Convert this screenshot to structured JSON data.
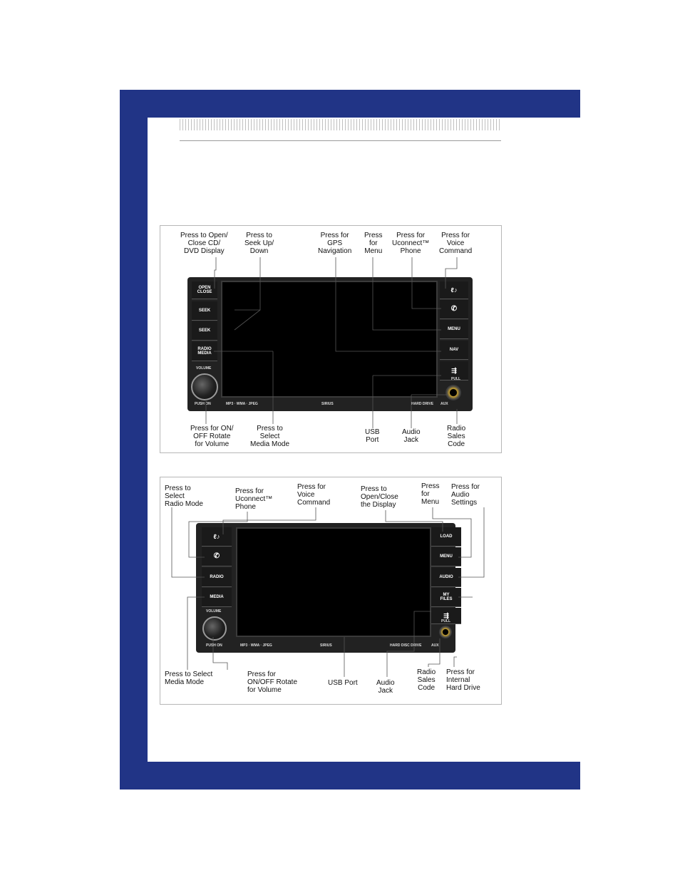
{
  "figure1": {
    "callouts": {
      "open_close": "Press to Open/\nClose CD/\nDVD Display",
      "seek": "Press to\nSeek Up/\nDown",
      "gps": "Press for\nGPS\nNavigation",
      "menu": "Press\nfor\nMenu",
      "phone": "Press for\nUconnect™\nPhone",
      "voice": "Press for\nVoice\nCommand",
      "power": "Press for ON/\nOFF Rotate\nfor Volume",
      "media": "Press to\nSelect\nMedia Mode",
      "usb": "USB\nPort",
      "jack": "Audio\nJack",
      "code": "Radio\nSales\nCode"
    },
    "buttons": {
      "open_close": "OPEN\nCLOSE",
      "seek_up": "SEEK",
      "seek_down": "SEEK",
      "radio_media": "RADIO\nMEDIA",
      "volume": "VOLUME",
      "push": "PUSH ON",
      "menu": "MENU",
      "nav": "NAV",
      "pull": "PULL",
      "aux": "AUX"
    },
    "strip": {
      "formats": "MP3 · WMA · JPEG",
      "brand": "SIRIUS",
      "drive": "HARD DRIVE"
    }
  },
  "figure2": {
    "callouts": {
      "radio_mode": "Press to\nSelect\nRadio Mode",
      "phone": "Press for\nUconnect™\nPhone",
      "voice": "Press for\nVoice\nCommand",
      "open_close": "Press to\nOpen/Close\nthe Display",
      "menu": "Press\nfor\nMenu",
      "audio": "Press for\nAudio\nSettings",
      "media_mode": "Press to Select\nMedia Mode",
      "power": "Press for\nON/OFF Rotate\nfor Volume",
      "usb": "USB Port",
      "jack": "Audio\nJack",
      "code": "Radio\nSales\nCode",
      "hdd": "Press for\nInternal\nHard Drive"
    },
    "buttons": {
      "radio": "RADIO",
      "media": "MEDIA",
      "volume": "VOLUME",
      "push": "PUSH ON",
      "load": "LOAD",
      "menu": "MENU",
      "audio": "AUDIO",
      "myfiles": "MY\nFILES",
      "pull": "PULL",
      "aux": "AUX"
    },
    "strip": {
      "formats": "MP3 · WMA · JPEG",
      "brand": "SIRIUS",
      "drive": "HARD DISC DRIVE"
    }
  }
}
